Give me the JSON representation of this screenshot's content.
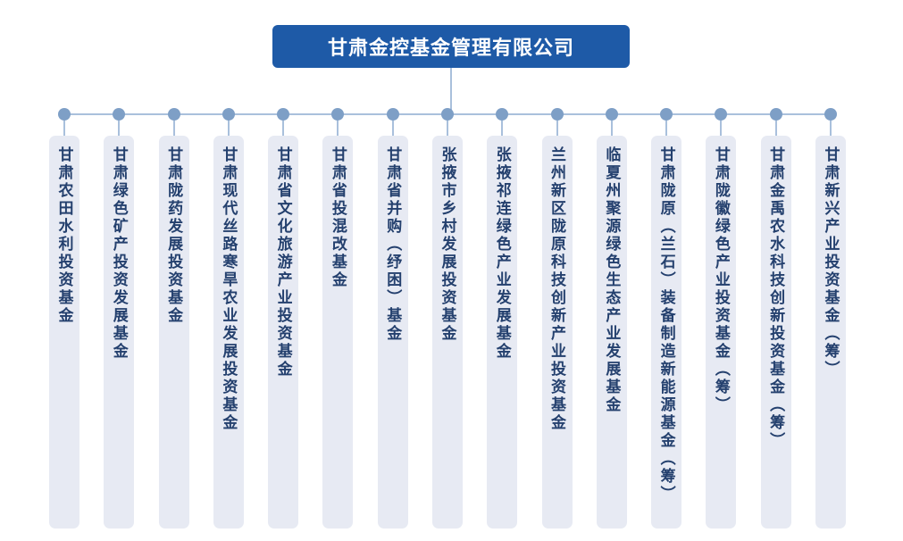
{
  "chart": {
    "root": {
      "label": "甘肃金控基金管理有限公司"
    },
    "children": [
      {
        "label": "甘肃农田水利投资基金"
      },
      {
        "label": "甘肃绿色矿产投资发展基金"
      },
      {
        "label": "甘肃陇药发展投资基金"
      },
      {
        "label": "甘肃现代丝路寒旱农业发展投资基金"
      },
      {
        "label": "甘肃省文化旅游产业投资基金"
      },
      {
        "label": "甘肃省投混改基金"
      },
      {
        "label": "甘肃省并购（纾困）基金"
      },
      {
        "label": "张掖市乡村发展投资基金"
      },
      {
        "label": "张掖祁连绿色产业发展基金"
      },
      {
        "label": "兰州新区陇原科技创新产业投资基金"
      },
      {
        "label": "临夏州聚源绿色生态产业发展基金"
      },
      {
        "label": "甘肃陇原（兰石）装备制造新能源基金（筹）"
      },
      {
        "label": "甘肃陇徽绿色产业投资基金（筹）"
      },
      {
        "label": "甘肃金禹农水科技创新投资基金（筹）"
      },
      {
        "label": "甘肃新兴产业投资基金（筹）"
      }
    ]
  },
  "colors": {
    "header_bg": "#1e5aa7",
    "header_text": "#ffffff",
    "node_bg": "#e7eaf3",
    "node_text": "#24406e",
    "line": "#a9c0dc",
    "dot": "#7e9fc6"
  }
}
